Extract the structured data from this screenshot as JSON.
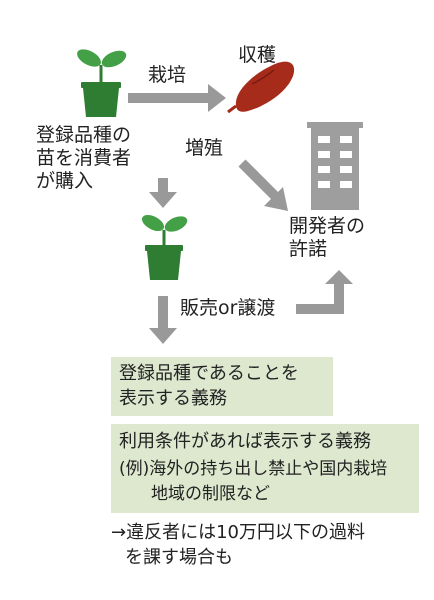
{
  "colors": {
    "arrow": "#999999",
    "leaf": "#43a047",
    "leaf_dark": "#2e7d32",
    "pot": "#2e7d32",
    "sweet_potato": "#a62b1b",
    "building": "#9e9e9e",
    "box_bg": "#dde8cf"
  },
  "icons": [
    "seedling-pot-icon",
    "sweet-potato-icon",
    "building-icon"
  ],
  "labels": {
    "consumer_purchase": [
      "登録品種の",
      "苗を消費者",
      "が購入"
    ],
    "cultivation": "栽培",
    "harvest": "収穫",
    "propagation": "増殖",
    "developer_permission": [
      "開発者の",
      "許諾"
    ],
    "sale_or_transfer": "販売or譲渡"
  },
  "boxes": {
    "duty_display": [
      "登録品種であることを",
      "表示する義務"
    ],
    "conditions_title": "利用条件があれば表示する義務",
    "conditions_example": [
      "(例)海外の持ち出し禁止や国内栽培",
      "地域の制限など"
    ]
  },
  "footnote": [
    "→違反者には10万円以下の過料",
    "を課す場合も"
  ]
}
